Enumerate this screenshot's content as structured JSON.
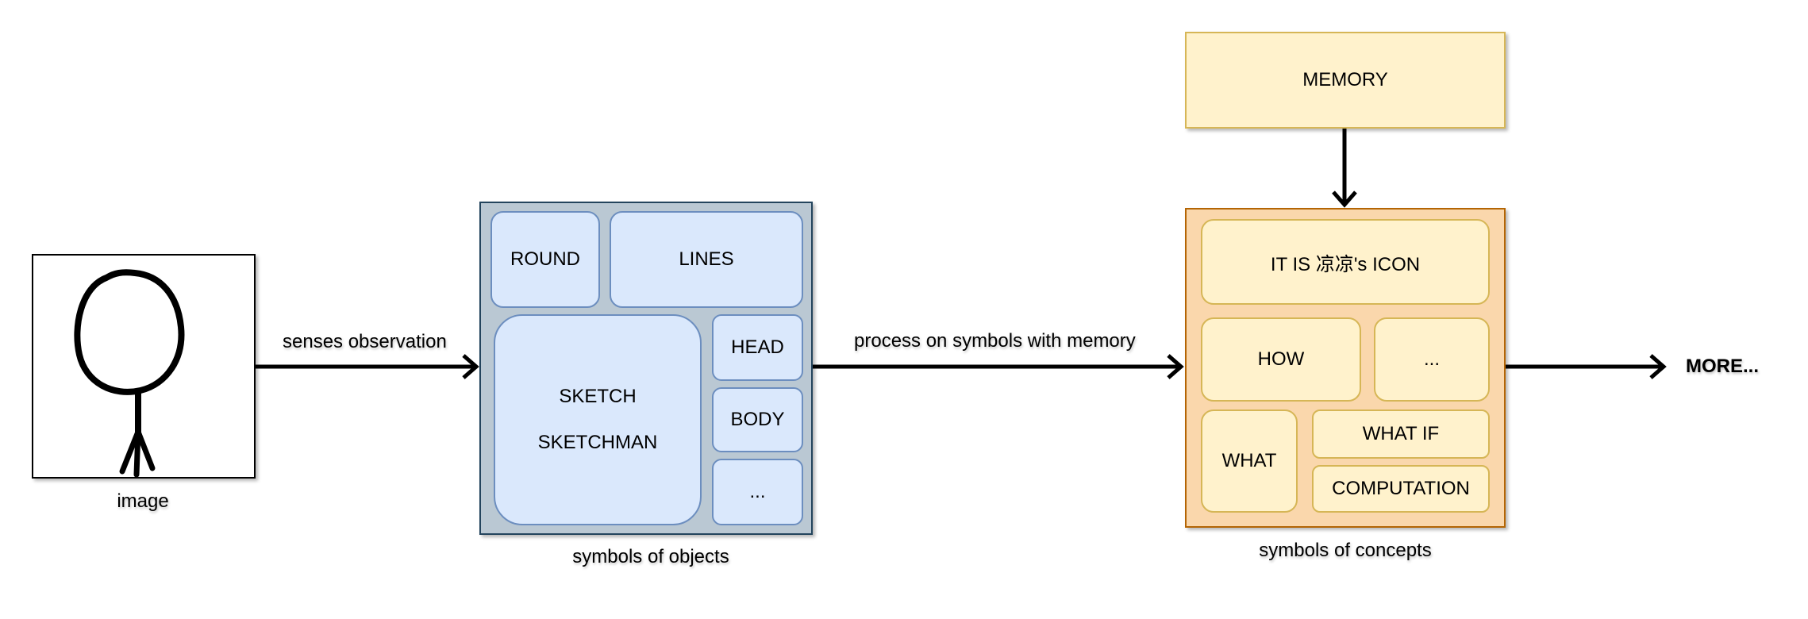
{
  "image_block": {
    "caption": "image"
  },
  "edges": {
    "senses": "senses observation",
    "process": "process on symbols with memory",
    "more": "MORE..."
  },
  "objects": {
    "caption": "symbols of objects",
    "round": "ROUND",
    "lines": "LINES",
    "sketch": "SKETCH",
    "sketchman": "SKETCHMAN",
    "head": "HEAD",
    "body": "BODY",
    "more": "..."
  },
  "memory": {
    "label": "MEMORY"
  },
  "concepts": {
    "caption": "symbols of concepts",
    "icon": "IT IS 凉凉's ICON",
    "how": "HOW",
    "more": "...",
    "what": "WHAT",
    "whatif": "WHAT IF",
    "computation": "COMPUTATION"
  },
  "colors": {
    "objects_outer_fill": "#bac8d3",
    "objects_outer_stroke": "#23445d",
    "objects_inner_fill": "#dae8fc",
    "objects_inner_stroke": "#6c8ebf",
    "concepts_outer_fill": "#fad7ac",
    "concepts_outer_stroke": "#b46504",
    "concepts_inner_fill": "#fff2cc",
    "concepts_inner_stroke": "#d6b656",
    "memory_fill": "#fff2cc",
    "memory_stroke": "#d6b656"
  }
}
